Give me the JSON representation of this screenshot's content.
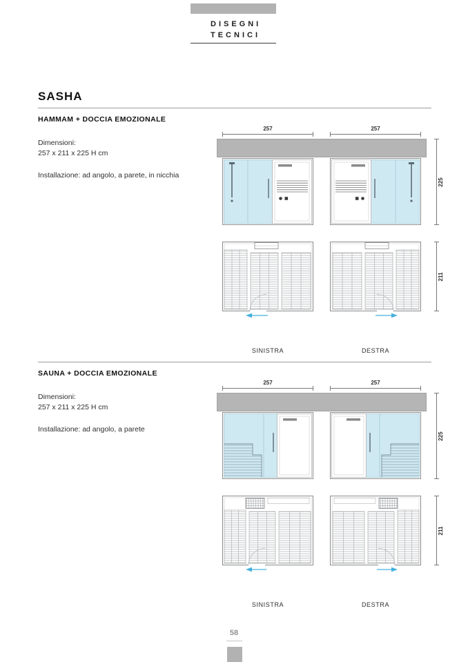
{
  "header": {
    "line1": "DISEGNI",
    "line2": "TECNICI"
  },
  "page_title": "SASHA",
  "sections": [
    {
      "heading": "HAMMAM + DOCCIA EMOZIONALE",
      "dimensions_label": "Dimensioni:",
      "dimensions_value": "257 x 211 x 225 H cm",
      "installation": "Installazione: ad angolo, a parete, in nicchia",
      "dims": {
        "width": "257",
        "height": "225",
        "depth": "211"
      },
      "variant_left": "SINISTRA",
      "variant_right": "DESTRA"
    },
    {
      "heading": "SAUNA + DOCCIA EMOZIONALE",
      "dimensions_label": "Dimensioni:",
      "dimensions_value": "257 x 211 x 225 H cm",
      "installation": "Installazione: ad angolo, a parete",
      "dims": {
        "width": "257",
        "height": "225",
        "depth": "211"
      },
      "variant_left": "SINISTRA",
      "variant_right": "DESTRA"
    }
  ],
  "footer": {
    "page_number": "58"
  },
  "colors": {
    "accent_arrow": "#45b0dd",
    "glass_blue": "#cfe9f2",
    "band_gray": "#b5b5b5"
  }
}
